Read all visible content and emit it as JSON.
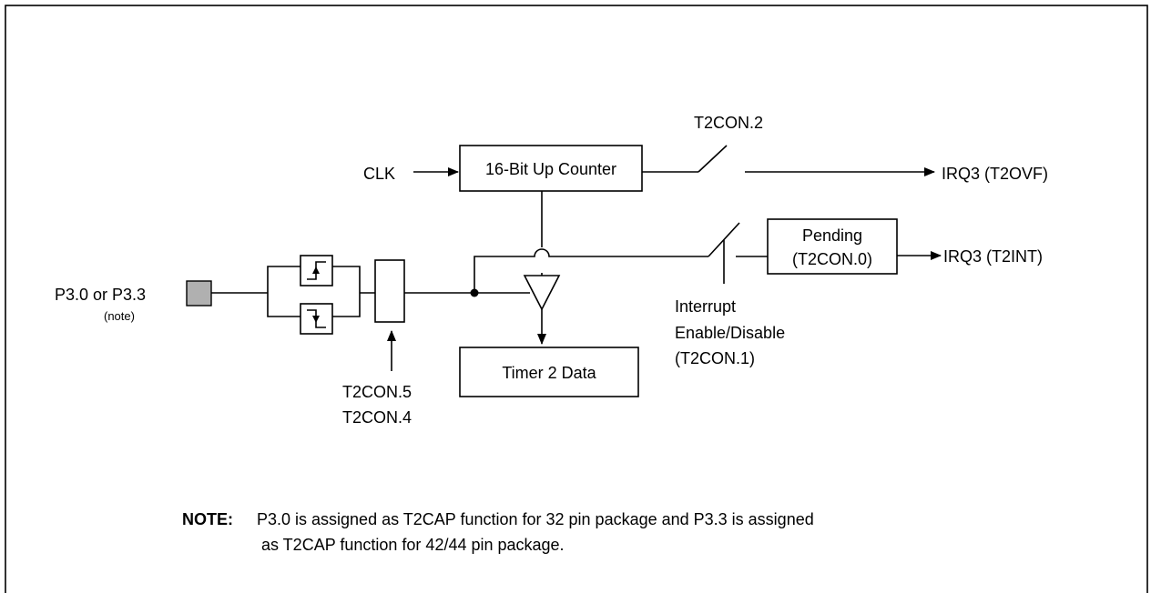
{
  "labels": {
    "clk": "CLK",
    "counter": "16-Bit Up Counter",
    "t2con2": "T2CON.2",
    "irq_ovf": "IRQ3 (T2OVF)",
    "pending_line1": "Pending",
    "pending_line2": "(T2CON.0)",
    "irq_int": "IRQ3 (T2INT)",
    "pin": "P3.0 or P3.3",
    "pin_note": "(note)",
    "interrupt_line1": "Interrupt",
    "interrupt_line2": "Enable/Disable",
    "interrupt_line3": "(T2CON.1)",
    "timer_data": "Timer 2 Data",
    "t2con5": "T2CON.5",
    "t2con4": "T2CON.4"
  },
  "note": {
    "label": "NOTE:",
    "line1": "P3.0 is assigned as T2CAP function for 32 pin package and P3.3 is assigned",
    "line2": "as T2CAP function for 42/44 pin package."
  },
  "colors": {
    "stroke": "#000000",
    "pin_fill": "#b0b0b0"
  }
}
